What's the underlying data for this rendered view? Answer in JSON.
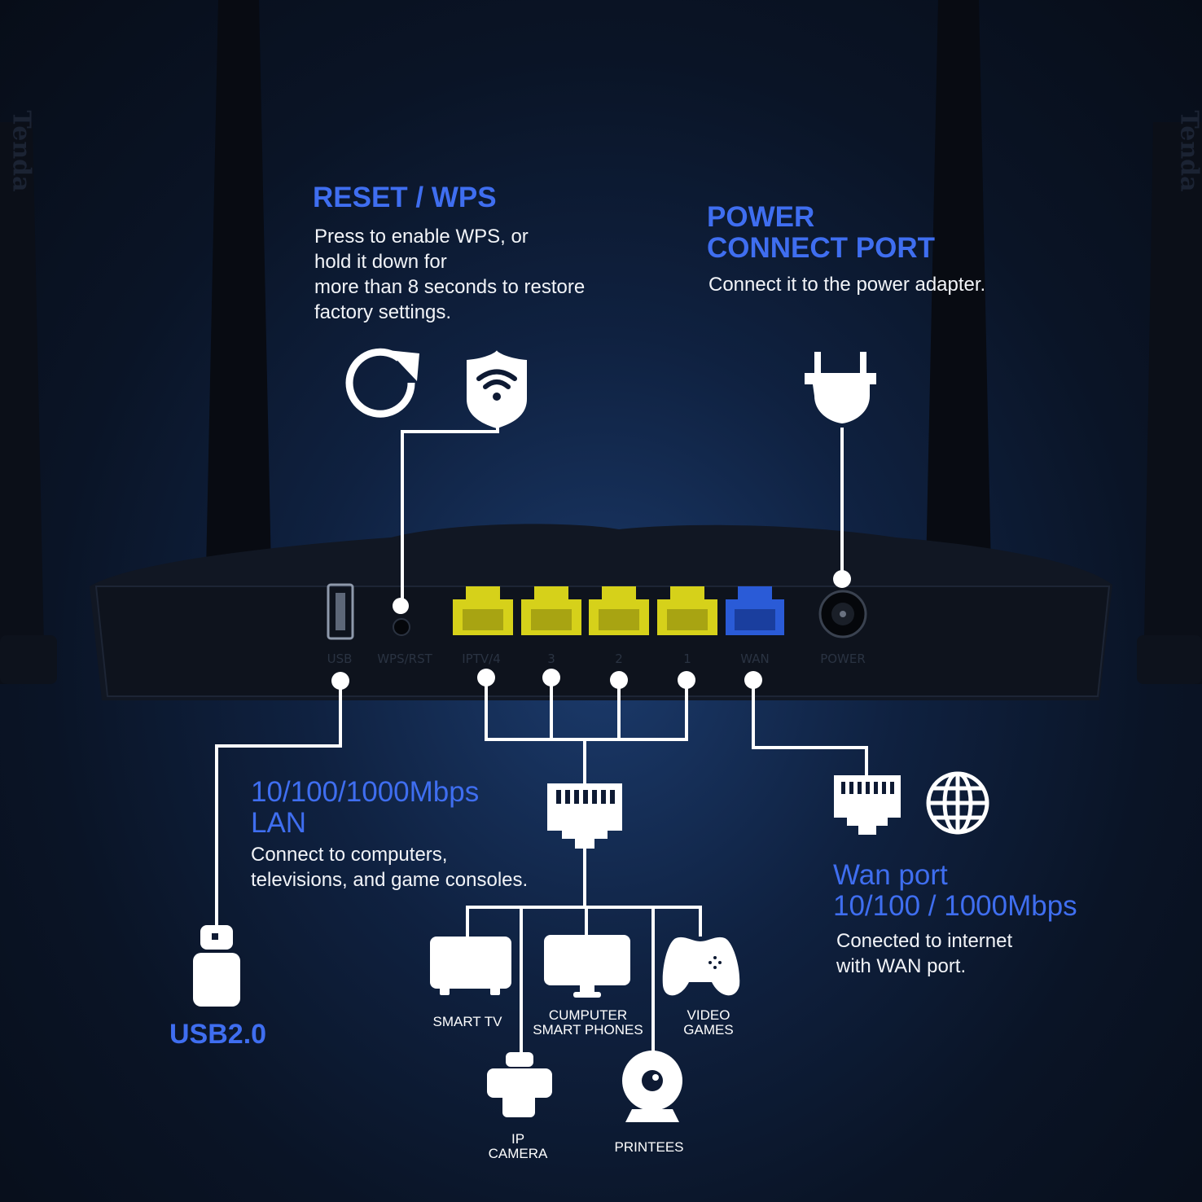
{
  "reset_wps": {
    "title": "RESET / WPS",
    "lines": [
      "Press to enable WPS, or",
      "hold it down for",
      "more than 8 seconds to restore",
      "factory settings."
    ]
  },
  "power": {
    "title_line1": "POWER",
    "title_line2": "CONNECT PORT",
    "body": "Connect it to the power adapter."
  },
  "lan": {
    "title_line1": "10/100/1000Mbps",
    "title_line2": "LAN",
    "lines": [
      "Connect to computers,",
      "televisions, and game consoles."
    ]
  },
  "wan": {
    "title_line1": "Wan port",
    "title_line2": "10/100 / 1000Mbps",
    "lines": [
      "Conected to internet",
      "with WAN port."
    ]
  },
  "usb": {
    "title": "USB2.0"
  },
  "router_ports": {
    "usb": "USB",
    "wps_rst": "WPS/RST",
    "iptv4": "IPTV/4",
    "lan3": "3",
    "lan2": "2",
    "lan1": "1",
    "wan": "WAN",
    "power": "POWER"
  },
  "devices": {
    "smart_tv": "SMART TV",
    "computer_line1": "CUMPUTER",
    "computer_line2": "SMART PHONES",
    "video_games_line1": "VIDEO",
    "video_games_line2": "GAMES",
    "ip_camera_line1": "IP",
    "ip_camera_line2": "CAMERA",
    "printees": "PRINTEES"
  },
  "brand": {
    "left": "Tenda",
    "right": "Tenda"
  },
  "colors": {
    "heading_blue": "#3f6ef0",
    "lan_port_yellow": "#d6d11a",
    "wan_port_blue": "#2a5bd7",
    "line_white": "#ffffff"
  },
  "icons": [
    "refresh-icon",
    "wifi-shield-icon",
    "power-plug-icon",
    "ethernet-jack-icon",
    "globe-icon",
    "usb-drive-icon",
    "tv-icon",
    "monitor-icon",
    "gamepad-icon",
    "printer-icon",
    "webcam-icon"
  ]
}
